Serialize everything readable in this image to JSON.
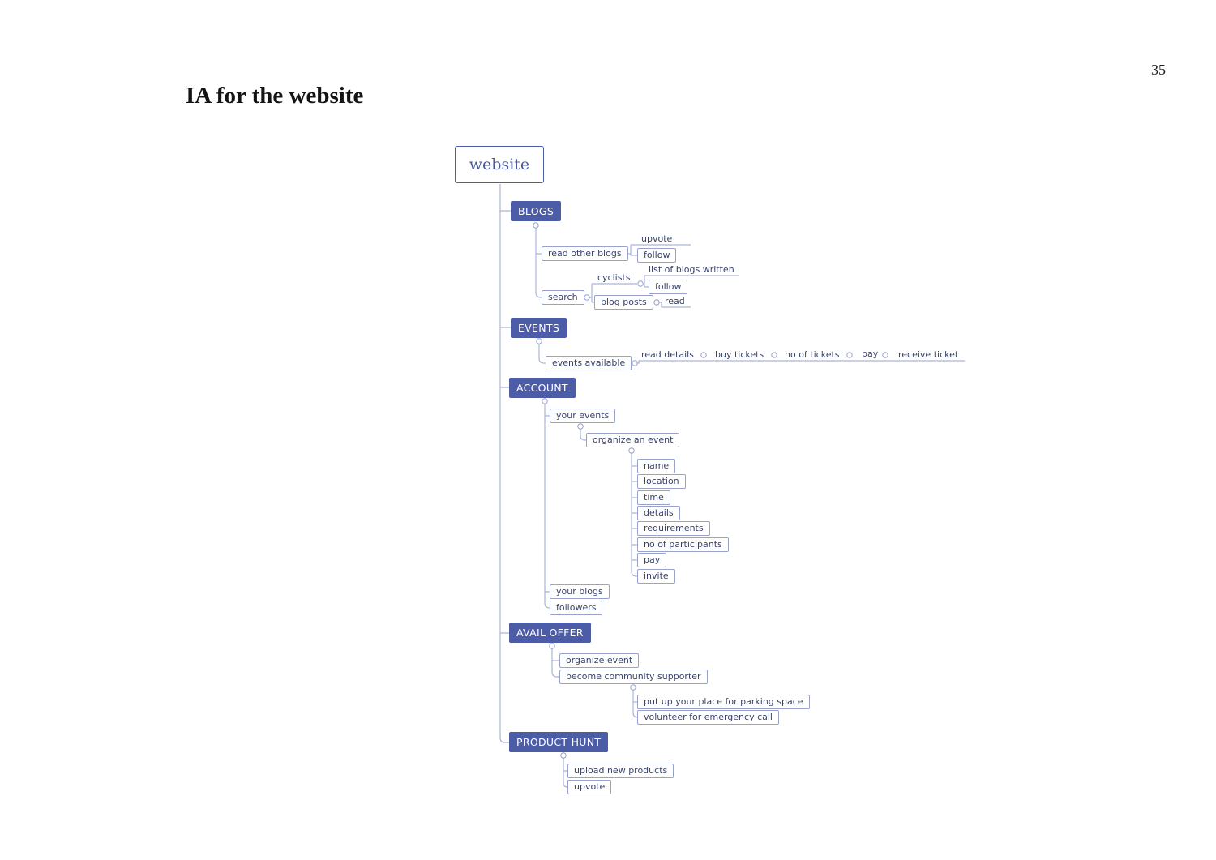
{
  "page": {
    "number": "35",
    "title": "IA for the website"
  },
  "colors": {
    "accent": "#4d5ca6",
    "line": "#aab3d8",
    "node_border": "#98a2cd",
    "node_text": "#39436b"
  },
  "root": {
    "label": "website"
  },
  "blogs": {
    "label": "BLOGS",
    "read_other_blogs": {
      "label": "read other blogs",
      "upvote": "upvote",
      "follow": "follow"
    },
    "search": {
      "label": "search",
      "cyclists": {
        "label": "cyclists",
        "list_of_blogs_written": "list of blogs written",
        "follow": "follow"
      },
      "blog_posts": {
        "label": "blog posts",
        "read": "read"
      }
    }
  },
  "events": {
    "label": "EVENTS",
    "events_available": {
      "label": "events available",
      "chain": [
        "read details",
        "buy tickets",
        "no of tickets",
        "pay",
        "receive ticket"
      ]
    }
  },
  "account": {
    "label": "ACCOUNT",
    "your_events": {
      "label": "your events",
      "organize_an_event": {
        "label": "organize an event",
        "fields": [
          "name",
          "location",
          "time",
          "details",
          "requirements",
          "no of participants",
          "pay",
          "invite"
        ]
      }
    },
    "your_blogs": "your blogs",
    "followers": "followers"
  },
  "avail_offer": {
    "label": "AVAIL OFFER",
    "organize_event": "organize event",
    "become_community_supporter": {
      "label": "become community supporter",
      "children": [
        "put up your place for parking space",
        "volunteer for emergency call"
      ]
    }
  },
  "product_hunt": {
    "label": "PRODUCT HUNT",
    "upload_new_products": "upload new products",
    "upvote": "upvote"
  }
}
